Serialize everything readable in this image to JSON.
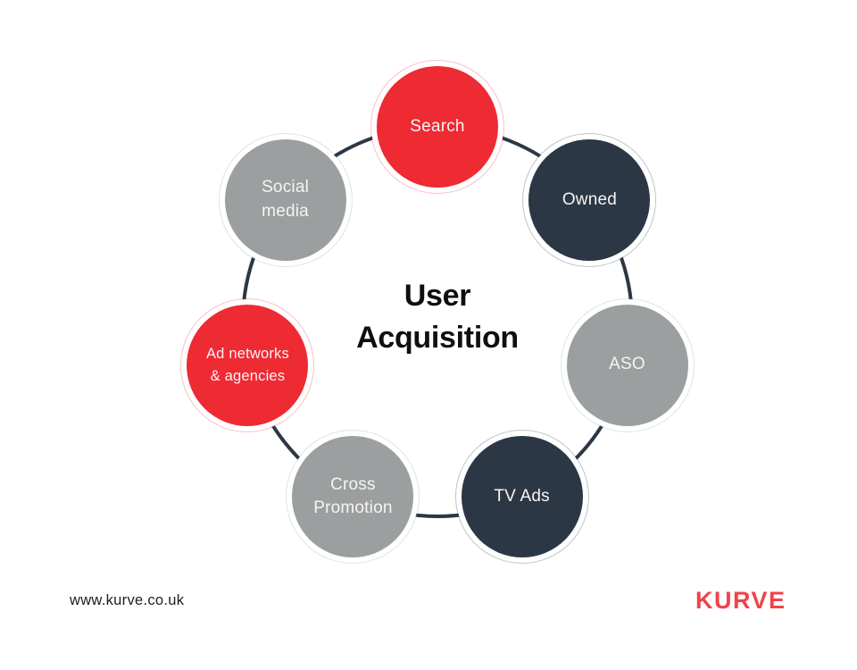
{
  "diagram": {
    "title_line1": "User",
    "title_line2": "Acquisition",
    "title_color": "#0f0f0f",
    "ring_color": "#2b3744",
    "label_color": "#f8f3f3",
    "nodes": [
      {
        "id": "search",
        "label": "Search",
        "color": "#ee2a33"
      },
      {
        "id": "owned",
        "label": "Owned",
        "color": "#2b3744"
      },
      {
        "id": "aso",
        "label": "ASO",
        "color": "#9c9fa0"
      },
      {
        "id": "tv-ads",
        "label": "TV Ads",
        "color": "#2b3744"
      },
      {
        "id": "cross-promotion",
        "label": "Cross Promotion",
        "color": "#9c9fa0"
      },
      {
        "id": "ad-networks-agencies",
        "label": "Ad networks & agencies",
        "color": "#ee2a33",
        "text_scale": "small"
      },
      {
        "id": "social-media",
        "label": "Social media",
        "color": "#9c9fa0"
      }
    ]
  },
  "footer": {
    "website": "www.kurve.co.uk",
    "website_color": "#1c1c1c",
    "logo": "KURVE",
    "logo_color": "#f04349"
  }
}
